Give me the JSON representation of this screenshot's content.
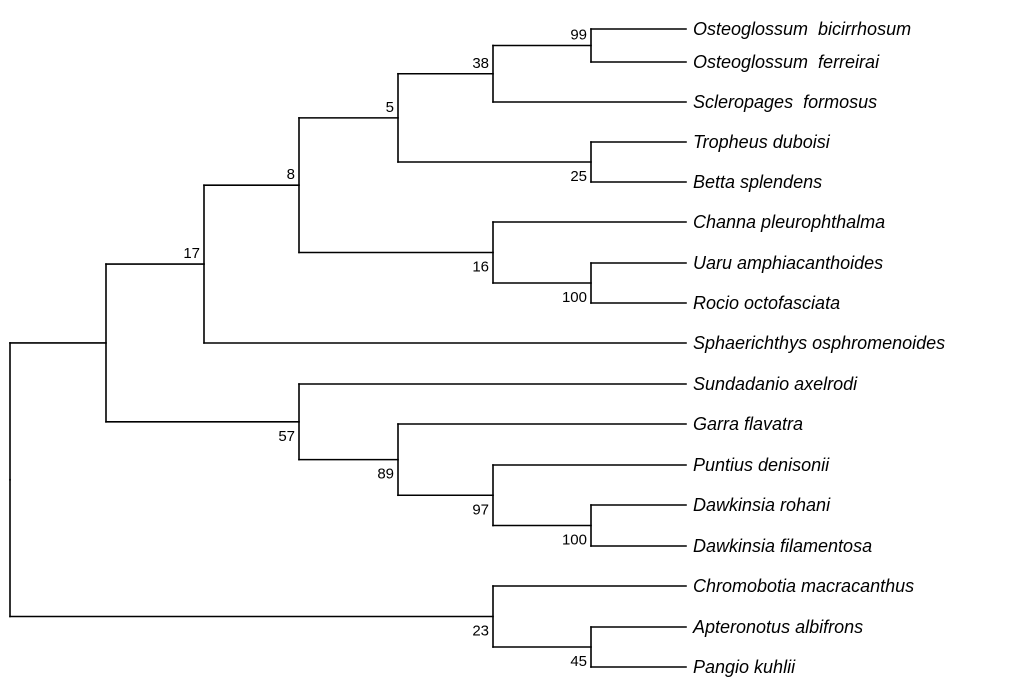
{
  "taxa": [
    "Osteoglossum  bicirrhosum",
    "Osteoglossum  ferreirai",
    "Scleropages  formosus",
    "Tropheus duboisi",
    "Betta splendens",
    "Channa pleurophthalma",
    "Uaru amphiacanthoides",
    "Rocio octofasciata",
    "Sphaerichthys osphromenoides",
    "Sundadanio axelrodi",
    "Garra flavatra",
    "Puntius denisonii",
    "Dawkinsia rohani",
    "Dawkinsia filamentosa",
    "Chromobotia macracanthus",
    "Apteronotus albifrons",
    "Pangio kuhlii"
  ],
  "support_values": {
    "n_ost_bic_fer": "99",
    "n_ost_scl": "38",
    "n_ost_trop": "5",
    "n_trop_betta": "25",
    "n_upper_clade": "8",
    "n_channa_group": "16",
    "n_uaru_rocio": "100",
    "n_perc_clade": "17",
    "n_cyprinid_clade": "57",
    "n_garra_group": "89",
    "n_puntius_group": "97",
    "n_dawkinsia": "100",
    "n_chromo_group": "23",
    "n_apter_pangio": "45"
  }
}
